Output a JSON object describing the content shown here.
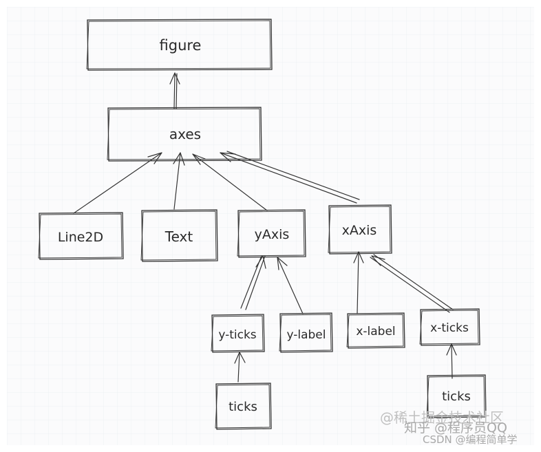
{
  "nodes": {
    "figure": "figure",
    "axes": "axes",
    "line2d": "Line2D",
    "text": "Text",
    "yaxis": "yAxis",
    "xaxis": "xAxis",
    "y_ticks": "y-ticks",
    "y_label": "y-label",
    "x_label": "x-label",
    "x_ticks": "x-ticks",
    "y_ticks_child": "ticks",
    "x_ticks_child": "ticks"
  },
  "watermark": {
    "juejin": "@稀土掘金技术社区",
    "zhihu": "知乎 @程序员QQ",
    "csdn": "CSDN @编程简单学"
  },
  "colors": {
    "stroke": "#333333",
    "grid": "#eef0f3",
    "watermark": "#a9a9a9"
  }
}
